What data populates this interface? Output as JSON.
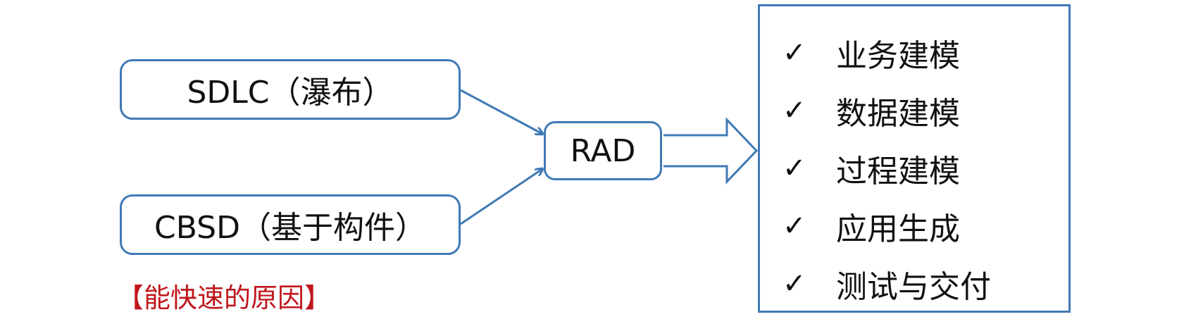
{
  "diagram": {
    "source_boxes": [
      "SDLC（瀑布）",
      "CBSD（基于构件）"
    ],
    "center_box": "RAD",
    "outcome_items": [
      "业务建模",
      "数据建模",
      "过程建模",
      "应用生成",
      "测试与交付"
    ],
    "check_glyph": "✓",
    "note": "【能快速的原因】"
  },
  "colors": {
    "border": "#3f7ab5",
    "note": "#c0161c",
    "text": "#111111"
  }
}
